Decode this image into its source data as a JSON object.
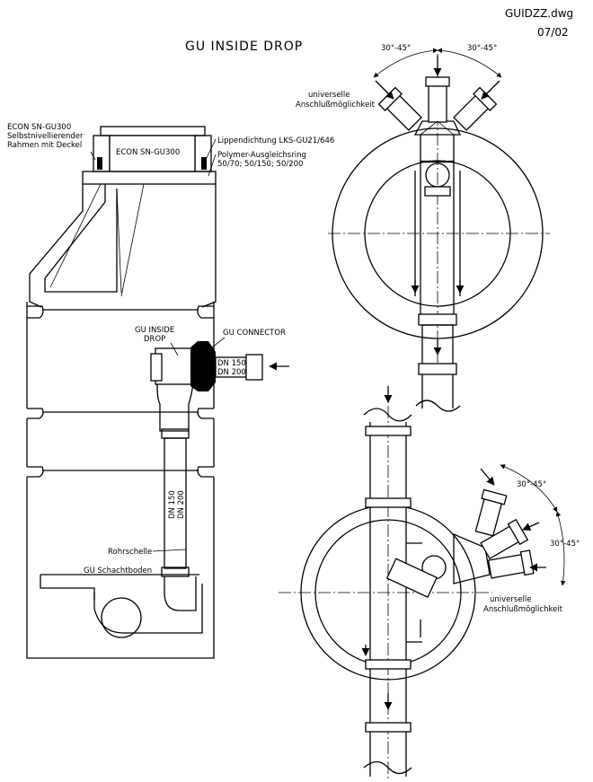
{
  "header": {
    "filename": "GUIDZZ.dwg",
    "date": "07/02"
  },
  "title": "GU  INSIDE  DROP",
  "left_view": {
    "frame_label_line1": "ECON SN-GU300",
    "frame_label_line2": "Selbstnivellierender",
    "frame_label_line3": "Rahmen mit Deckel",
    "cover_label": "ECON SN-GU300",
    "seal_label": "Lippendichtung LKS-GU21/646",
    "ring_label_line1": "Polymer-Ausgleichsring",
    "ring_label_line2": "50/70; 50/150; 50/200",
    "drop_label_line1": "GU INSIDE",
    "drop_label_line2": "DROP",
    "connector_label": "GU CONNECTOR",
    "inlet_dn1": "DN 150",
    "inlet_dn2": "DN 200",
    "pipe_dn1": "DN 150",
    "pipe_dn2": "DN 200",
    "clamp_label": "Rohrschelle",
    "base_label": "GU Schachtboden"
  },
  "top_view_1": {
    "angle_left": "30°-45°",
    "angle_right": "30°-45°",
    "note_line1": "universelle",
    "note_line2": "Anschlußmöglichkeit"
  },
  "top_view_2": {
    "angle_a": "30°-45°",
    "angle_b": "30°-45°",
    "note_line1": "universelle",
    "note_line2": "Anschlußmöglichkeit"
  }
}
